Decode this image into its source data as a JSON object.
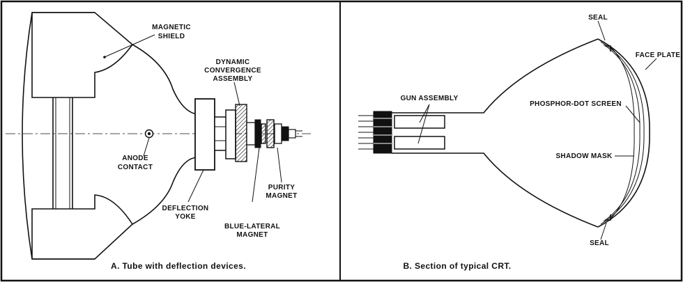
{
  "figure_a": {
    "caption": "A. Tube with deflection devices.",
    "labels": {
      "magnetic_shield_1": "MAGNETIC",
      "magnetic_shield_2": "SHIELD",
      "dynamic_convergence_1": "DYNAMIC",
      "dynamic_convergence_2": "CONVERGENCE",
      "dynamic_convergence_3": "ASSEMBLY",
      "anode_contact_1": "ANODE",
      "anode_contact_2": "CONTACT",
      "deflection_yoke_1": "DEFLECTION",
      "deflection_yoke_2": "YOKE",
      "blue_lateral_1": "BLUE-LATERAL",
      "blue_lateral_2": "MAGNET",
      "purity_magnet_1": "PURITY",
      "purity_magnet_2": "MAGNET"
    }
  },
  "figure_b": {
    "caption": "B. Section of typical CRT.",
    "labels": {
      "seal_top": "SEAL",
      "seal_bottom": "SEAL",
      "face_plate": "FACE PLATE",
      "gun_assembly": "GUN ASSEMBLY",
      "phosphor_dot_screen": "PHOSPHOR-DOT SCREEN",
      "shadow_mask": "SHADOW MASK"
    }
  }
}
